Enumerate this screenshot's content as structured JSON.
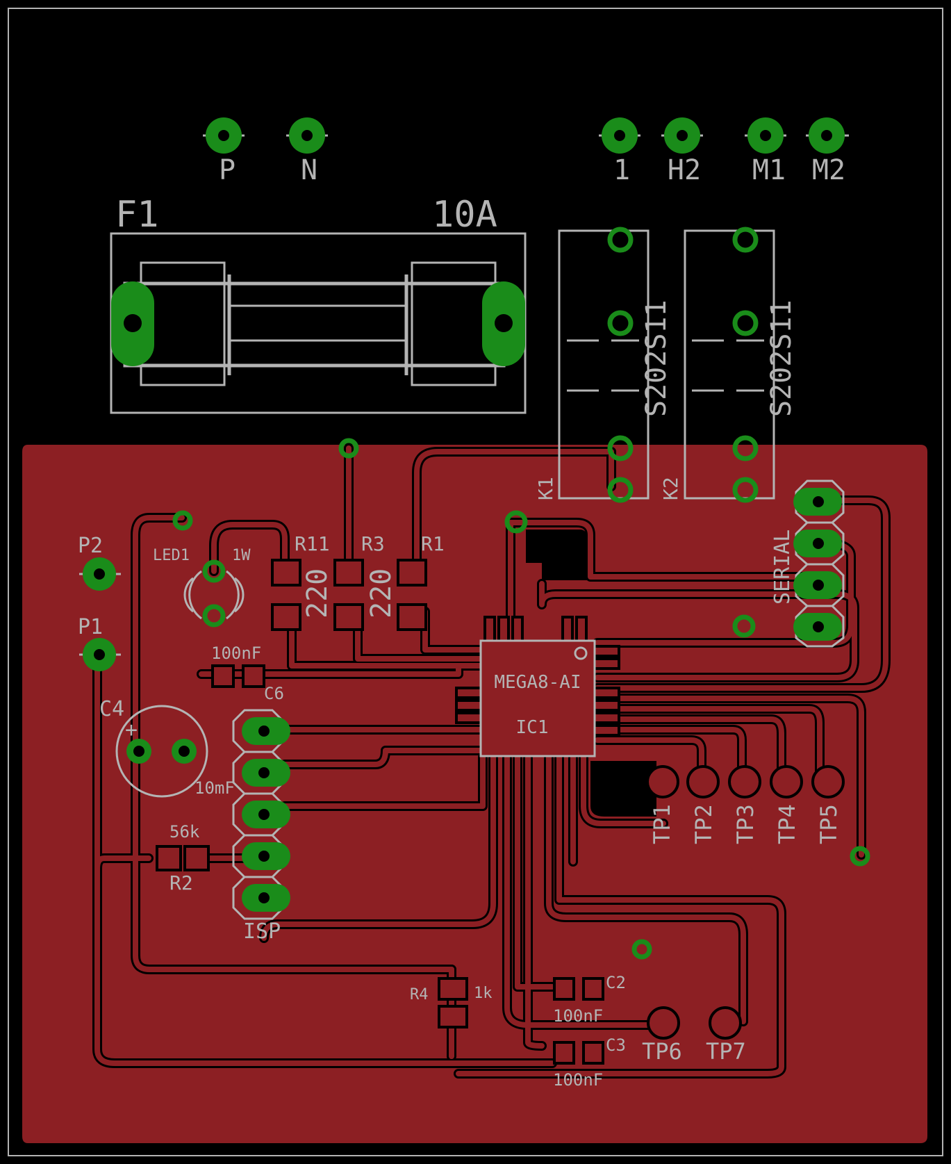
{
  "board": {
    "colors": {
      "background": "#000000",
      "copper": "#8c1f23",
      "pad": "#1a8c1a",
      "silkscreen": "#b4b4b4"
    }
  },
  "terminals": {
    "power_p": "P",
    "power_n": "N",
    "out_1": "1",
    "out_h2": "H2",
    "out_m1": "M1",
    "out_m2": "M2"
  },
  "fuse": {
    "ref": "F1",
    "value": "10A"
  },
  "relays": [
    {
      "ref": "K1",
      "value": "S202S11"
    },
    {
      "ref": "K2",
      "value": "S202S11"
    }
  ],
  "connectors": {
    "p2": "P2",
    "p1": "P1",
    "serial": "SERIAL",
    "isp": "ISP"
  },
  "components": {
    "led1": {
      "ref": "LED1",
      "value": "1W"
    },
    "r11": {
      "ref": "R11",
      "value": "220"
    },
    "r3": {
      "ref": "R3",
      "value": "220"
    },
    "r1": {
      "ref": "R1"
    },
    "c6": {
      "ref": "C6",
      "value": "100nF"
    },
    "c4": {
      "ref": "C4",
      "value": "10mF",
      "polarity": "+"
    },
    "r2": {
      "ref": "R2",
      "value": "56k"
    },
    "ic1": {
      "ref": "IC1",
      "value": "MEGA8-AI"
    },
    "r4": {
      "ref": "R4",
      "value": "1k"
    },
    "c2": {
      "ref": "C2",
      "value": "100nF"
    },
    "c3": {
      "ref": "C3",
      "value": "100nF"
    }
  },
  "test_points": [
    "TP1",
    "TP2",
    "TP3",
    "TP4",
    "TP5",
    "TP6",
    "TP7"
  ]
}
